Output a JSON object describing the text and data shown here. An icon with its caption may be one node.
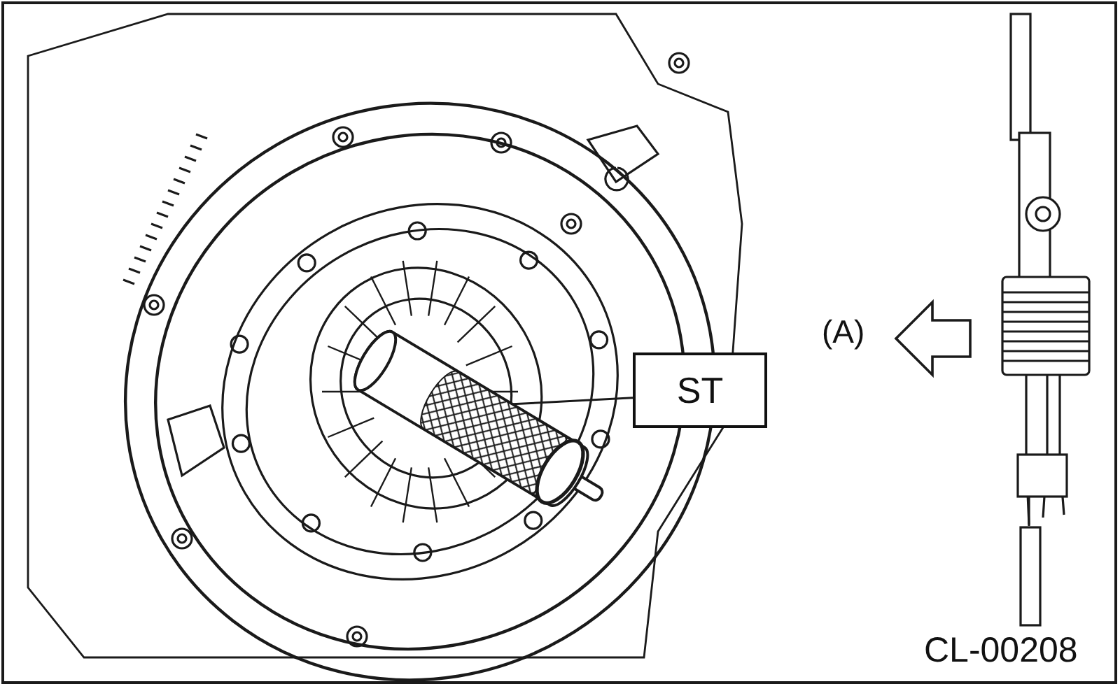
{
  "diagram": {
    "nodes": [
      {
        "text": [
          "ST"
        ]
      },
      {
        "text": [],
        "shape": "picture"
      }
    ],
    "edges": [
      {
        "from": 0,
        "to": 1,
        "arrow": "none"
      }
    ],
    "labels": [
      "(A)",
      "CL-00208"
    ]
  }
}
